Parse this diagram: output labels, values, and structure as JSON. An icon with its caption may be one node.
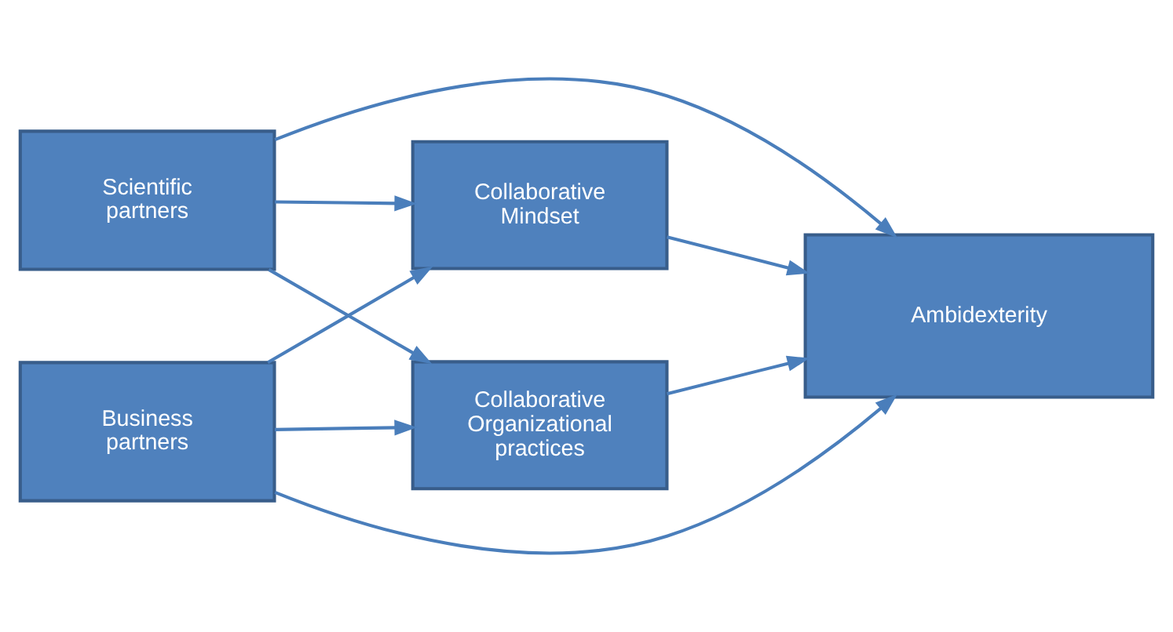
{
  "diagram": {
    "nodes": [
      {
        "text": [
          "Scientific partners"
        ]
      },
      {
        "text": [
          "Business partners"
        ]
      },
      {
        "text": [
          "Collaborative Mindset"
        ]
      },
      {
        "text": [
          "Collaborative Organizational practices"
        ]
      },
      {
        "text": [
          "Ambidexterity"
        ]
      }
    ],
    "edges": [
      {
        "from": 0,
        "to": 4,
        "arrow": "to"
      },
      {
        "from": 0,
        "to": 2,
        "arrow": "to"
      },
      {
        "from": 0,
        "to": 3,
        "arrow": "to"
      },
      {
        "from": 1,
        "to": 2,
        "arrow": "to"
      },
      {
        "from": 1,
        "to": 3,
        "arrow": "to"
      },
      {
        "from": 2,
        "to": 4,
        "arrow": "to"
      },
      {
        "from": 3,
        "to": 4,
        "arrow": "to"
      },
      {
        "from": 1,
        "to": 4,
        "arrow": "to"
      }
    ]
  }
}
